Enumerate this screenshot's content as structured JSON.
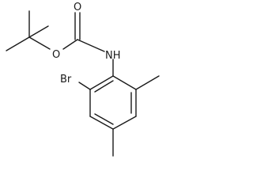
{
  "molecule": {
    "atom_labels": {
      "bromine": "Br",
      "nitrogen_hydrogen": "NH",
      "ester_oxygen": "O",
      "carbonyl_oxygen": "O"
    },
    "colors": {
      "bond": "#1a1a1a",
      "label": "#1a1a1a",
      "background": "#ffffff"
    }
  }
}
